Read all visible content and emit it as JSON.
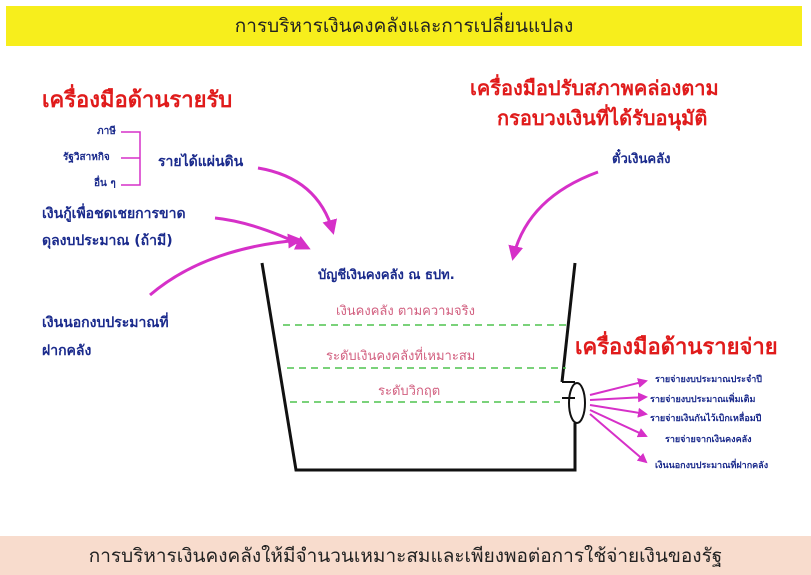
{
  "title": "การบริหารเงินคงคลังและการเปลี่ยนแปลง",
  "footer": "การบริหารเงินคงคลังให้มีจำนวนเหมาะสมและเพียงพอต่อการใช้จ่ายเงินของรัฐ",
  "revenue": {
    "heading": "เครื่องมือด้านรายรับ",
    "sources": [
      "ภาษี",
      "รัฐวิสาหกิจ",
      "อื่น ๆ"
    ],
    "land_revenue": "รายได้แผ่นดิน",
    "loan_line1": "เงินกู้เพื่อชดเชยการขาด",
    "loan_line2": "ดุลงบประมาณ (ถ้ามี)",
    "offbudget_line1": "เงินนอกงบประมาณที่",
    "offbudget_line2": "ฝากคลัง"
  },
  "liquidity": {
    "heading_line1": "เครื่องมือปรับสภาพคล่องตาม",
    "heading_line2": "กรอบวงเงินที่ได้รับอนุมัติ",
    "instrument": "ตั๋วเงินคลัง"
  },
  "tank": {
    "account": "บัญชีเงินคงคลัง ณ ธปท.",
    "levels": [
      "เงินคงคลัง ตามความจริง",
      "ระดับเงินคงคลังที่เหมาะสม",
      "ระดับวิกฤต"
    ]
  },
  "expenditure": {
    "heading": "เครื่องมือด้านรายจ่าย",
    "items": [
      "รายจ่ายงบประมาณประจำปี",
      "รายจ่ายงบประมาณเพิ่มเติม",
      "รายจ่ายเงินกันไว้เบิกเหลื่อมปี",
      "รายจ่ายจากเงินคงคลัง",
      "เงินนอกงบประมาณที่ฝากคลัง"
    ]
  },
  "colors": {
    "arrow": "#d630c8",
    "dash": "#4fc44f",
    "heading": "#e01b1b",
    "text": "#1a2a8c"
  }
}
